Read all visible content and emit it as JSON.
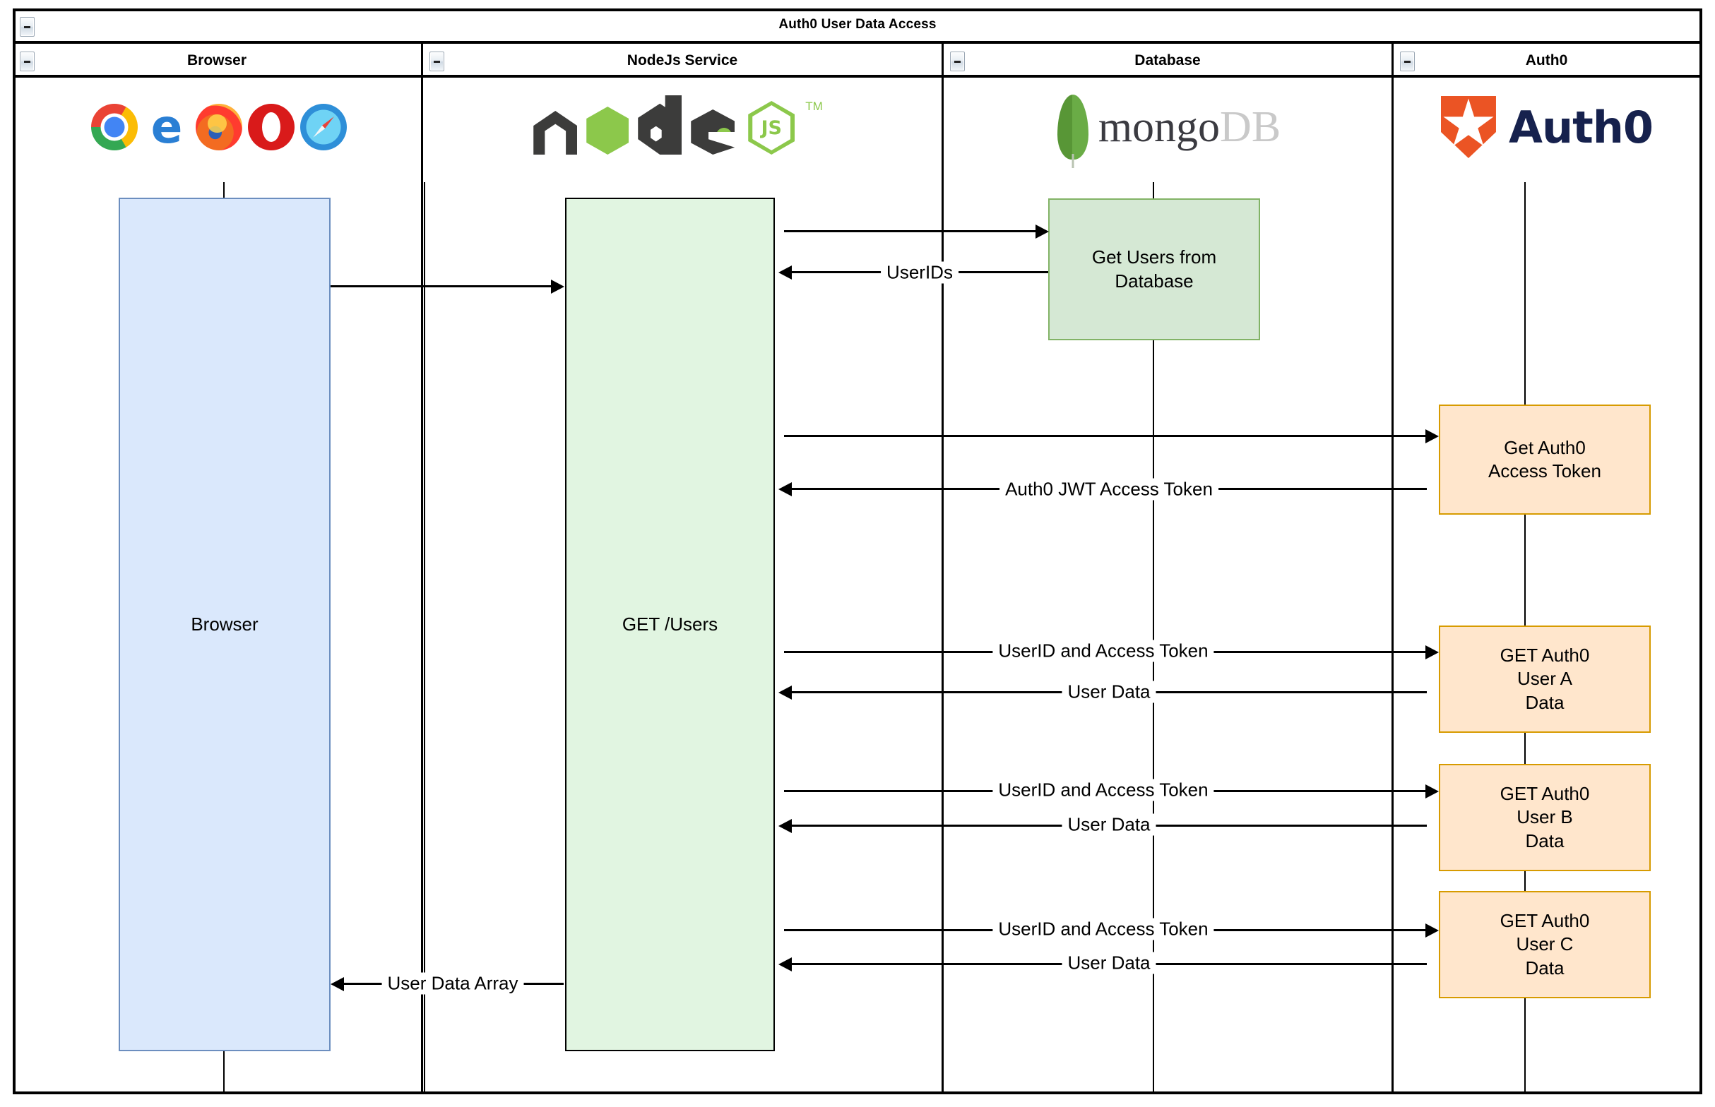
{
  "diagram": {
    "title": "Auth0 User Data Access",
    "type": "sequence-diagram",
    "lanes": [
      {
        "name": "Browser",
        "logo": "browser-icons",
        "collapse": "minus-icon"
      },
      {
        "name": "NodeJs Service",
        "logo": "nodejs-logo",
        "collapse": "minus-icon"
      },
      {
        "name": "Database",
        "logo": "mongodb-logo",
        "collapse": "minus-icon"
      },
      {
        "name": "Auth0",
        "logo": "auth0-logo",
        "collapse": "minus-icon"
      }
    ],
    "browser_icons": [
      "chrome-icon",
      "edge-icon",
      "firefox-icon",
      "opera-icon",
      "safari-icon"
    ],
    "logo_text": {
      "node_tm": "TM",
      "node_js": "JS",
      "mongo_primary": "mongo",
      "mongo_secondary": "DB",
      "auth0_word": "Auth0"
    },
    "activations": [
      {
        "id": "browser-activation",
        "label": "Browser",
        "color": "#dae8fc",
        "border": "#6c8ebf"
      },
      {
        "id": "node-activation",
        "label": "GET /Users",
        "color": "#e1f5e1",
        "border": "#000000"
      }
    ],
    "process_boxes": [
      {
        "id": "get-users-from-database",
        "label": "Get Users from\nDatabase",
        "line1": "Get Users from",
        "line2": "Database",
        "color": "#d5e8d4",
        "border": "#82b366"
      },
      {
        "id": "get-auth0-access-token",
        "line1": "Get Auth0",
        "line2": "Access Token",
        "line3": "",
        "color": "#ffe6cc",
        "border": "#d79b00"
      },
      {
        "id": "get-auth0-user-a-data",
        "line1": "GET Auth0",
        "line2": "User A",
        "line3": "Data",
        "color": "#ffe6cc",
        "border": "#d79b00"
      },
      {
        "id": "get-auth0-user-b-data",
        "line1": "GET Auth0",
        "line2": "User B",
        "line3": "Data",
        "color": "#ffe6cc",
        "border": "#d79b00"
      },
      {
        "id": "get-auth0-user-c-data",
        "line1": "GET Auth0",
        "line2": "User C",
        "line3": "Data",
        "color": "#ffe6cc",
        "border": "#d79b00"
      }
    ],
    "messages": [
      {
        "id": "msg-browser-to-node",
        "label": "",
        "from": "Browser",
        "to": "NodeJs Service",
        "direction": "right"
      },
      {
        "id": "msg-node-to-db",
        "label": "",
        "from": "NodeJs Service",
        "to": "Database",
        "direction": "right"
      },
      {
        "id": "msg-db-userids",
        "label": "UserIDs",
        "from": "Database",
        "to": "NodeJs Service",
        "direction": "left"
      },
      {
        "id": "msg-node-to-auth0-token",
        "label": "",
        "from": "NodeJs Service",
        "to": "Auth0",
        "direction": "right"
      },
      {
        "id": "msg-auth0-jwt",
        "label": "Auth0 JWT Access Token",
        "from": "Auth0",
        "to": "NodeJs Service",
        "direction": "left"
      },
      {
        "id": "msg-userid-token-a",
        "label": "UserID and Access Token",
        "from": "NodeJs Service",
        "to": "Auth0",
        "direction": "right"
      },
      {
        "id": "msg-user-data-a",
        "label": "User Data",
        "from": "Auth0",
        "to": "NodeJs Service",
        "direction": "left"
      },
      {
        "id": "msg-userid-token-b",
        "label": "UserID and Access Token",
        "from": "NodeJs Service",
        "to": "Auth0",
        "direction": "right"
      },
      {
        "id": "msg-user-data-b",
        "label": "User Data",
        "from": "Auth0",
        "to": "NodeJs Service",
        "direction": "left"
      },
      {
        "id": "msg-userid-token-c",
        "label": "UserID and Access Token",
        "from": "NodeJs Service",
        "to": "Auth0",
        "direction": "right"
      },
      {
        "id": "msg-user-data-c",
        "label": "User Data",
        "from": "Auth0",
        "to": "NodeJs Service",
        "direction": "left"
      },
      {
        "id": "msg-user-data-array",
        "label": "User Data Array",
        "from": "NodeJs Service",
        "to": "Browser",
        "direction": "left"
      }
    ],
    "colors": {
      "blue_fill": "#dae8fc",
      "blue_stroke": "#6c8ebf",
      "green_fill": "#e1f5e1",
      "green_db_fill": "#d5e8d4",
      "green_db_stroke": "#82b366",
      "orange_fill": "#ffe6cc",
      "orange_stroke": "#d79b00",
      "node_green": "#8cc84b",
      "node_dark": "#3c3c3b",
      "mongo_green": "#589636",
      "auth0_orange": "#eb5424",
      "auth0_navy": "#16214d",
      "stroke": "#000000"
    }
  }
}
